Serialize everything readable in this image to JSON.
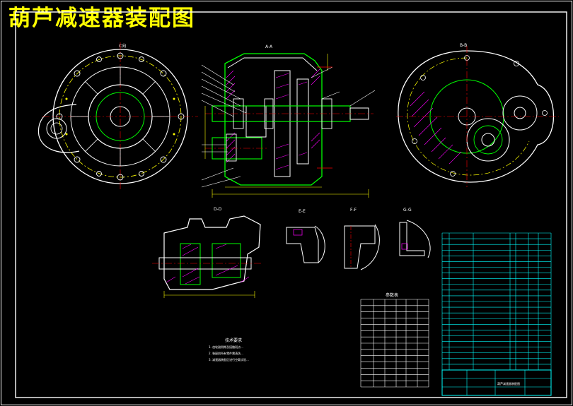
{
  "title": "葫芦减速器装配图",
  "views": {
    "left_view": "C向",
    "section_a": "A-A",
    "section_b": "B-B",
    "section_d": "D-D",
    "detail_e": "E-E",
    "detail_f": "F-F",
    "detail_g": "G-G"
  },
  "tech_requirements": {
    "heading": "技术要求",
    "items": [
      "1. 齿轮副侧隙及接触斑点...",
      "2. 装配前所有零件需清洗...",
      "3. 减速器装配后进行空载试验..."
    ]
  },
  "param_table": {
    "heading": "参数表"
  },
  "title_block": {
    "name": "葫芦减速器装配图"
  },
  "colors": {
    "background": "#000000",
    "frame": "#ffffff",
    "title": "#ffff00",
    "outline": "#00ff00",
    "center_line": "#ff0000",
    "dimension": "#ffff00",
    "table_line": "#00ffff",
    "hatch": "#ff00ff",
    "callout": "#ffffff"
  }
}
